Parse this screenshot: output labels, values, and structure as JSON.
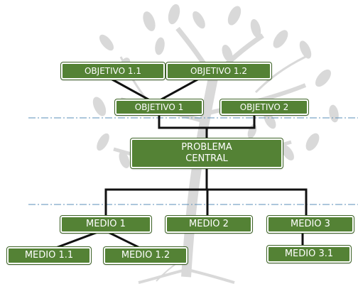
{
  "diagram": {
    "objectives_level2": [
      "OBJETIVO 1.1",
      "OBJETIVO 1.2"
    ],
    "objectives_level1": [
      "OBJETIVO  1",
      "OBJETIVO 2"
    ],
    "central": {
      "line1": "PROBLEMA",
      "line2": "CENTRAL"
    },
    "means_level1": [
      "MEDIO 1",
      "MEDIO 2",
      "MEDIO 3"
    ],
    "means_level2": [
      "MEDIO 1.1",
      "MEDIO 1.2",
      "MEDIO 3.1"
    ]
  },
  "colors": {
    "node_fill": "#548235",
    "node_text": "#ffffff",
    "connector": "#111111",
    "separator": "#5b8fb9",
    "tree": "#8a8a8a"
  }
}
